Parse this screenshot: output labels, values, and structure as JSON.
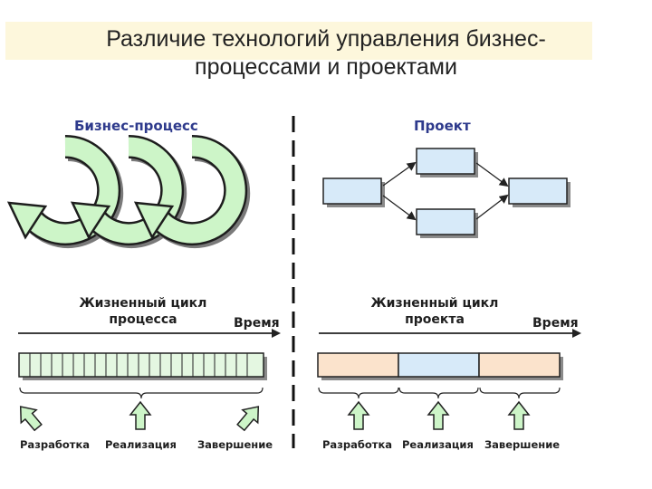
{
  "title": {
    "line1": "Различие технологий управления бизнес-",
    "line2": "процессами и проектами"
  },
  "left": {
    "heading": "Бизнес-процесс",
    "lifecycle_line1": "Жизненный цикл",
    "lifecycle_line2": "процесса",
    "time_label": "Время",
    "stages": [
      "Разработка",
      "Реализация",
      "Завершение"
    ]
  },
  "right": {
    "heading": "Проект",
    "lifecycle_line1": "Жизненный цикл",
    "lifecycle_line2": "проекта",
    "time_label": "Время",
    "stages": [
      "Разработка",
      "Реализация",
      "Завершение"
    ]
  },
  "colors": {
    "cycle_arrow": "#cdf5c8",
    "project_box": "#d7eaf9",
    "phase_peach": "#fbe3cc",
    "phase_blue": "#d7eaf9",
    "process_cell": "#e4f7e1",
    "heading_blue": "#2e3a8c",
    "title_band": "#fdf7dc"
  },
  "icons": {
    "cycle": "circular-arrow-icon",
    "stage_marker": "up-arrow-icon"
  }
}
